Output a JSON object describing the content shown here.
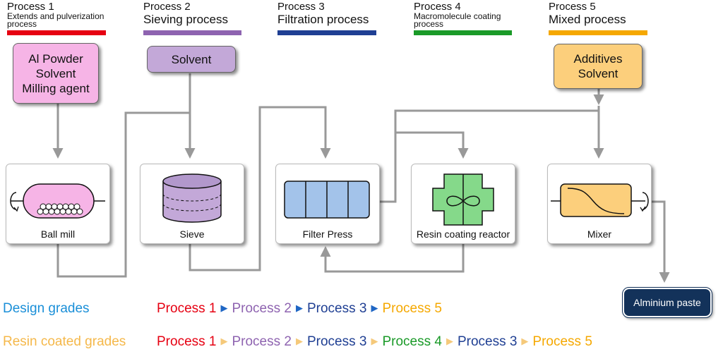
{
  "processes": [
    {
      "title": "Process 1",
      "desc": "Extends and pulverization process",
      "color": "#e60012"
    },
    {
      "title": "Process 2",
      "desc": "Sieving process",
      "color": "#8e63b0"
    },
    {
      "title": "Process 3",
      "desc": "Filtration process",
      "color": "#1f3f93"
    },
    {
      "title": "Process 4",
      "desc": "Macromolecule coating process",
      "color": "#1a9a28"
    },
    {
      "title": "Process 5",
      "desc": "Mixed process",
      "color": "#f5a800"
    }
  ],
  "inputs": {
    "ball_mill": [
      "Al Powder",
      "Solvent",
      "Milling agent"
    ],
    "sieve": [
      "Solvent"
    ],
    "mixer": [
      "Additives",
      "Solvent"
    ]
  },
  "equipment": {
    "ball_mill": "Ball mill",
    "sieve": "Sieve",
    "filter_press": "Filter Press",
    "resin_reactor": "Resin coating reactor",
    "mixer": "Mixer"
  },
  "output": "Alminium paste",
  "routes": {
    "design": {
      "label": "Design grades",
      "label_color": "#1a8fd8",
      "separator": "▶",
      "separator_color": "#1f66c4",
      "steps": [
        {
          "text": "Process 1",
          "color": "#e60012"
        },
        {
          "text": "Process 2",
          "color": "#8e63b0"
        },
        {
          "text": "Process 3",
          "color": "#1f3f93"
        },
        {
          "text": "Process 5",
          "color": "#f5a800"
        }
      ]
    },
    "resin": {
      "label": "Resin coated grades",
      "label_color": "#f5b84a",
      "separator": "▶",
      "separator_color": "#f5c97a",
      "steps": [
        {
          "text": "Process 1",
          "color": "#e60012"
        },
        {
          "text": "Process 2",
          "color": "#8e63b0"
        },
        {
          "text": "Process 3",
          "color": "#1f3f93"
        },
        {
          "text": "Process 4",
          "color": "#1a9a28"
        },
        {
          "text": "Process 3",
          "color": "#1f3f93"
        },
        {
          "text": "Process 5",
          "color": "#f5a800"
        }
      ]
    }
  },
  "colors": {
    "input_ball_mill": "#f6b4e6",
    "input_sieve": "#c3a8d8",
    "input_mixer": "#fccf7c",
    "connector": "#999999"
  }
}
